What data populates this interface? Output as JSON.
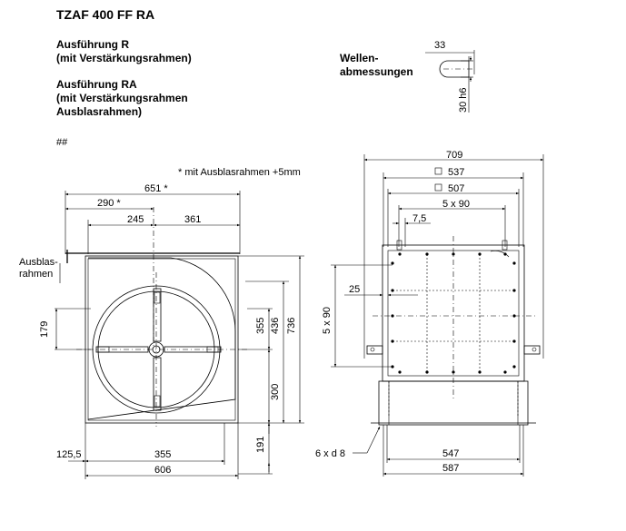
{
  "title": "TZAF 400 FF RA",
  "variants": {
    "r_line1": "Ausführung R",
    "r_line2": "(mit Verstärkungsrahmen)",
    "ra_line1": "Ausführung RA",
    "ra_line2": "(mit Verstärkungsrahmen",
    "ra_line3": "Ausblasrahmen)",
    "marker": "##"
  },
  "shaft": {
    "label_line1": "Wellen-",
    "label_line2": "abmessungen",
    "dim_width": "33",
    "dim_height": "30 h6"
  },
  "note": "* mit Ausblasrahmen +5mm",
  "front_view": {
    "outlet_label_line1": "Ausblas-",
    "outlet_label_line2": "rahmen",
    "dims": {
      "total_width": "651 *",
      "left_offset": "290 *",
      "left_to_center": "245",
      "center_to_right": "361",
      "vertical_179": "179",
      "vertical_355": "355",
      "vertical_436": "436",
      "vertical_736": "736",
      "vertical_300": "300",
      "vertical_191": "191",
      "bottom_125": "125,5",
      "bottom_355": "355",
      "bottom_606": "606"
    }
  },
  "side_view": {
    "dims": {
      "total_width": "709",
      "sq_537": "537",
      "sq_507": "507",
      "holes": "5 x 90",
      "offset_7_5": "7,5",
      "offset_25": "25",
      "vertical_holes": "5 x 90",
      "holes_diameter": "6 x d 8",
      "bottom_547": "547",
      "bottom_587": "587"
    }
  }
}
